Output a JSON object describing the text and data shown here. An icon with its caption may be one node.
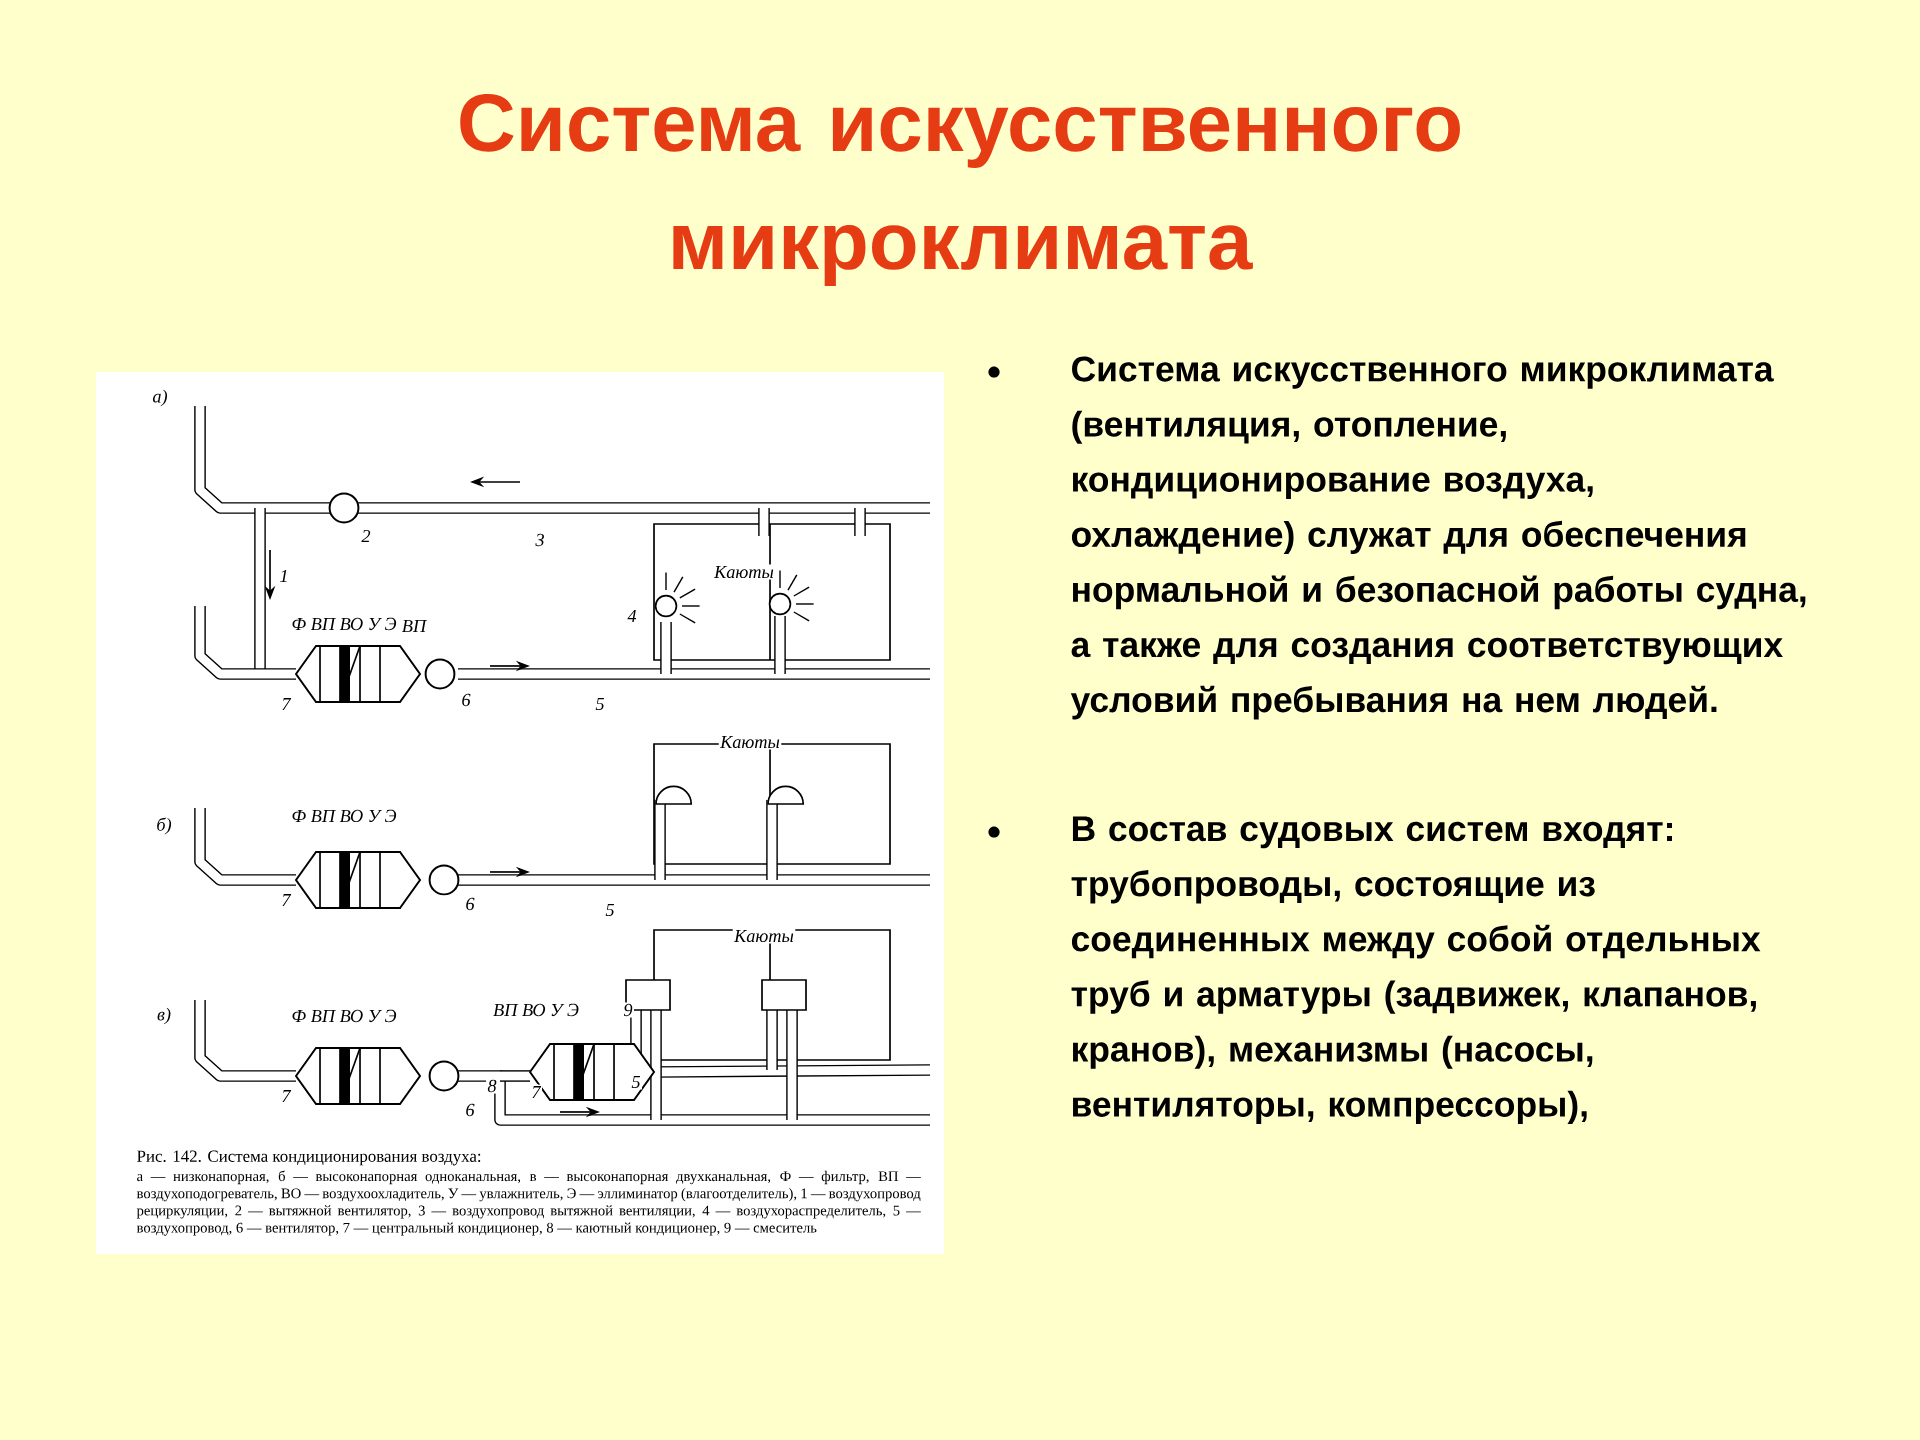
{
  "diagram": {
    "title": "Система искусственного микроклимата",
    "labels": [
      "Система искусственного микроклимата (вентиляция, отопление, кондиционирование воздуха, охлаждение) служат для обеспечения нормальной и безопасной работы судна, а также для создания соответствующих условий пребывания на нем людей.",
      "В состав судовых систем входят: трубопроводы, состоящие из соединенных между собой отдельных труб и арматуры (задвижек, клапанов, кранов), механизмы (насосы, вентиляторы, компрессоры),",
      "а)",
      "2",
      "3",
      "1",
      "Ф ВП ВО У Э",
      "ВП",
      "Каюты",
      "4",
      "7",
      "6",
      "5",
      "б)",
      "Ф ВП ВО У Э",
      "Каюты",
      "7",
      "6",
      "5",
      "в)",
      "Ф ВП ВО У Э",
      "ВП ВО У Э",
      "Каюты",
      "9",
      "7",
      "6",
      "8",
      "7",
      "5",
      "Рис. 142. Система кондиционирования воздуха:",
      "а — низконапорная, б — высоконапорная одноканальная, в — высоконапорная двухканальная, Ф — фильтр, ВП — воздухоподогреватель, ВО — воздухоохладитель, У — увлажнитель, Э — эллиминатор (влагоотделитель), 1 — воздухопровод рециркуляции, 2 — вытяжной вентилятор, 3 — воздухопровод вытяжной вентиляции, 4 — воздухораспределитель, 5 — воздухопровод, 6 — вентилятор, 7 — центральный кондиционер, 8 — каютный кондиционер, 9 — смеситель"
    ]
  }
}
